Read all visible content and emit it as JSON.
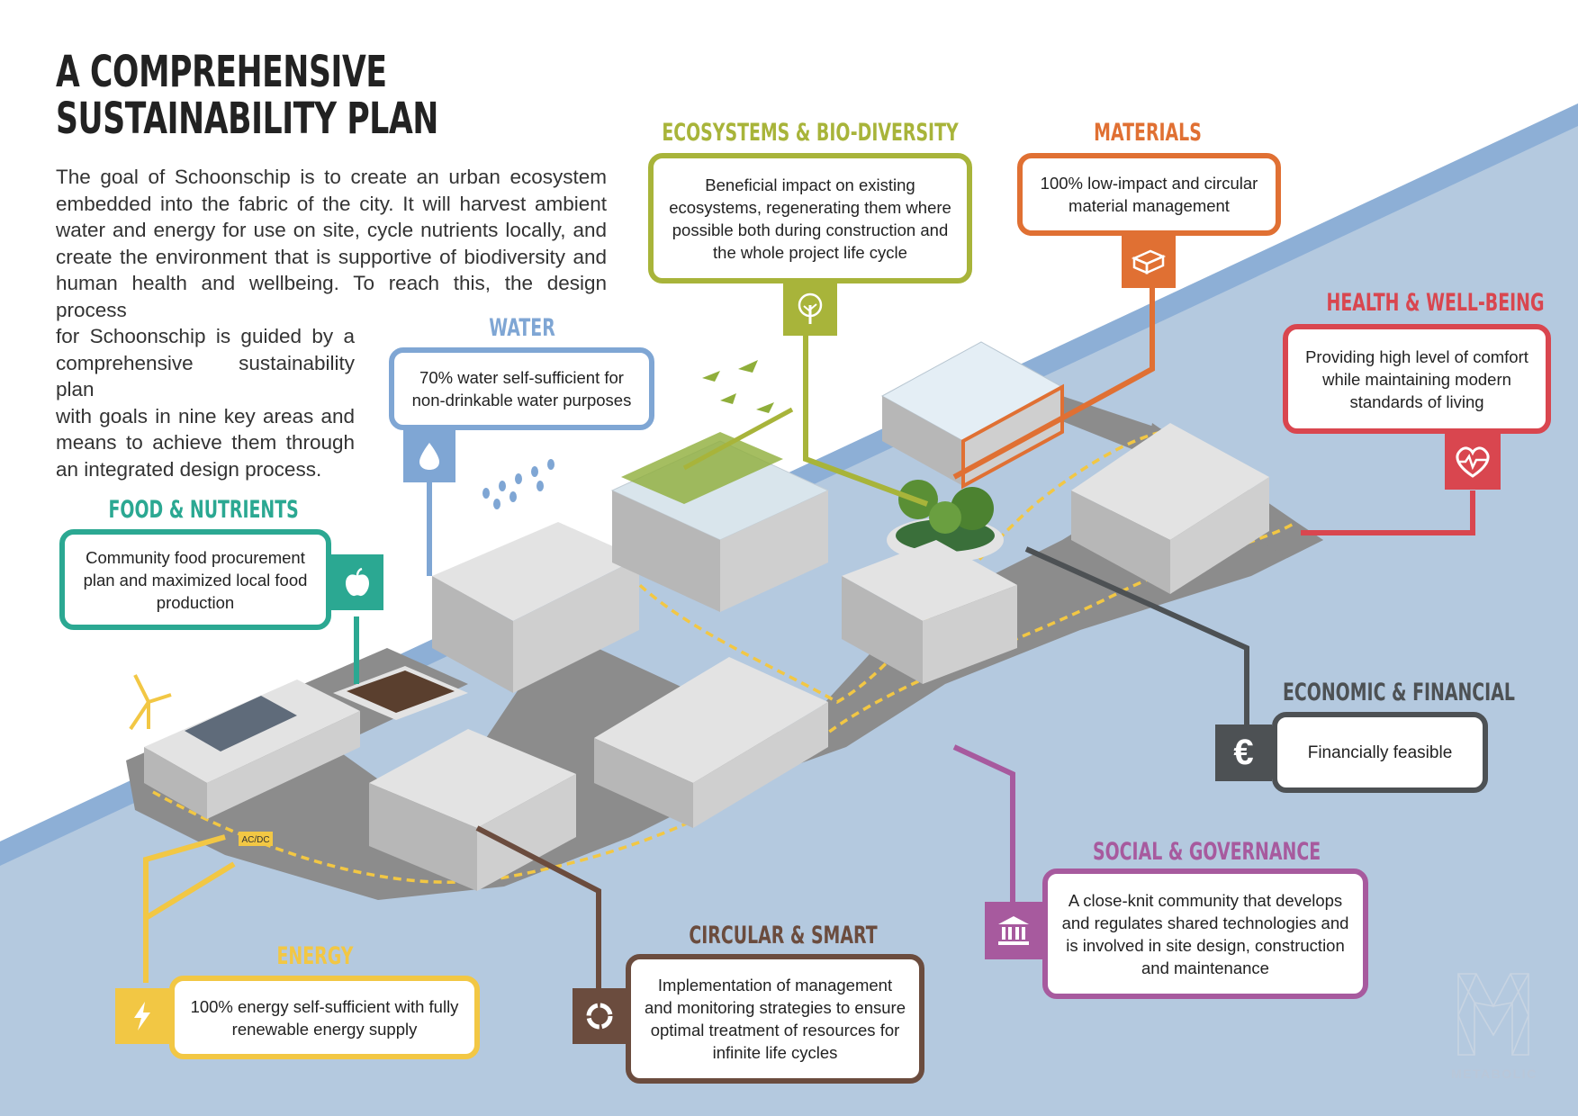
{
  "header": {
    "title_line1": "A COMPREHENSIVE",
    "title_line2": "SUSTAINABILITY PLAN"
  },
  "intro": {
    "line1": "The goal of Schoonschip is to create an urban ecosystem",
    "line2": "embedded into the fabric of the city. It will harvest ambient",
    "line3": "water and energy for use on site, cycle nutrients locally, and",
    "line4": "create the environment that is supportive of biodiversity and",
    "line5": "human health and wellbeing. To reach this, the design process",
    "line6": "for Schoonschip is guided by a",
    "line7": "comprehensive sustainability plan",
    "line8": "with goals in nine key areas and",
    "line9": "means to achieve them through",
    "line10": "an integrated design process."
  },
  "areas": {
    "ecosystems": {
      "title": "ECOSYSTEMS & BIO-DIVERSITY",
      "text": "Beneficial impact on existing ecosystems, regenerating them where possible both during construction and the whole project life cycle",
      "color": "#a8b43a",
      "icon": "tree-icon"
    },
    "materials": {
      "title": "MATERIALS",
      "text": "100% low-impact and circular material management",
      "color": "#e07033",
      "icon": "brick-icon"
    },
    "health": {
      "title": "HEALTH & WELL-BEING",
      "text": "Providing high level of comfort while maintaining modern standards of living",
      "color": "#d9464f",
      "icon": "heart-pulse-icon"
    },
    "water": {
      "title": "WATER",
      "text": "70% water self-sufficient for non-drinkable water purposes",
      "color": "#7fa6d4",
      "icon": "water-drop-icon"
    },
    "food": {
      "title": "FOOD & NUTRIENTS",
      "text": "Community food procurement plan and maximized local food production",
      "color": "#2ba892",
      "icon": "apple-icon"
    },
    "economic": {
      "title": "ECONOMIC & FINANCIAL",
      "text": "Financially feasible",
      "color": "#4d5154",
      "icon": "euro-icon",
      "glyph": "€"
    },
    "social": {
      "title": "SOCIAL & GOVERNANCE",
      "text": "A close-knit community that develops and regulates shared technologies and is involved in site design, construction and maintenance",
      "color": "#a75a9e",
      "icon": "building-columns-icon"
    },
    "circular": {
      "title": "CIRCULAR & SMART",
      "text": "Implementation of management and monitoring strategies to ensure optimal treatment of resources for infinite life cycles",
      "color": "#6b4c3e",
      "icon": "cycle-arrows-icon"
    },
    "energy": {
      "title": "ENERGY",
      "text": "100% energy self-sufficient with fully renewable energy supply",
      "color": "#f2c744",
      "icon": "lightning-icon"
    }
  },
  "labels": {
    "acdc": "AC/DC"
  },
  "brand": {
    "name": "METABOLIC",
    "icon": "metabolic-logo-icon"
  },
  "colors": {
    "water_bg": "#b4c9df",
    "water_stripe": "#8dafd6",
    "deck": "#8c8c8c",
    "building": "#cfcfcf",
    "path": "#f2c744"
  }
}
